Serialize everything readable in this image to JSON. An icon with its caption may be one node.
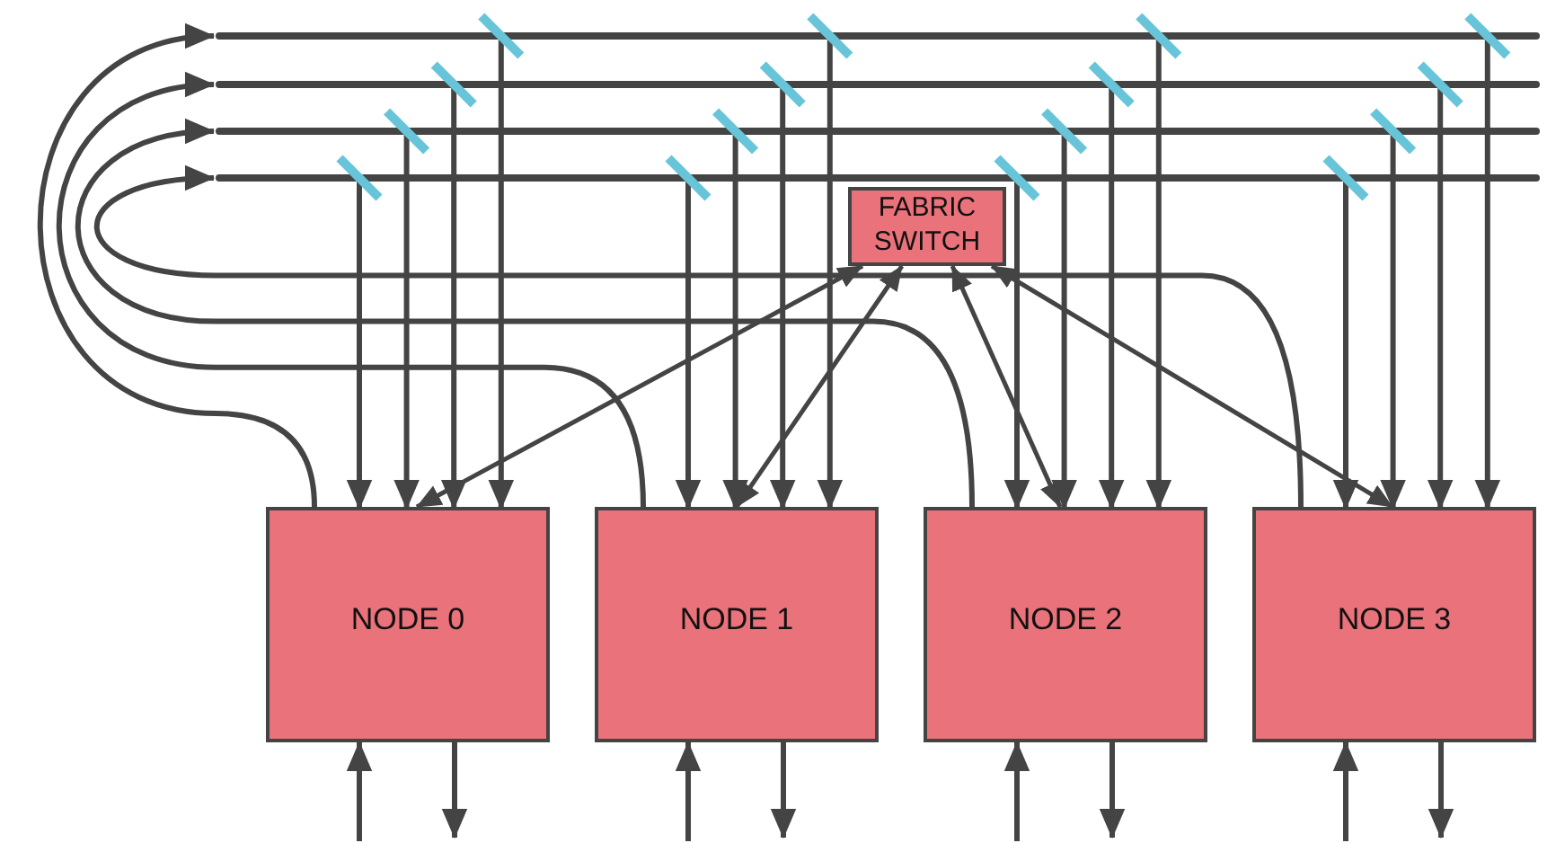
{
  "diagram": {
    "nodes": [
      {
        "text": [
          "FABRIC SWITCH"
        ]
      },
      {
        "text": [
          "NODE 0"
        ]
      },
      {
        "text": [
          "NODE 1"
        ]
      },
      {
        "text": [
          "NODE 2"
        ]
      },
      {
        "text": [
          "NODE 3"
        ]
      },
      {
        "text": [],
        "shape": "bar"
      },
      {
        "text": [],
        "shape": "bar"
      },
      {
        "text": [],
        "shape": "bar"
      },
      {
        "text": [],
        "shape": "bar"
      }
    ],
    "edges": [
      {
        "from": 1,
        "to": 5,
        "arrow": "to"
      },
      {
        "from": 2,
        "to": 6,
        "arrow": "to"
      },
      {
        "from": 3,
        "to": 7,
        "arrow": "to"
      },
      {
        "from": 4,
        "to": 8,
        "arrow": "to"
      },
      {
        "from": 5,
        "to": 1,
        "arrow": "to"
      },
      {
        "from": 6,
        "to": 1,
        "arrow": "to"
      },
      {
        "from": 7,
        "to": 1,
        "arrow": "to"
      },
      {
        "from": 8,
        "to": 1,
        "arrow": "to"
      },
      {
        "from": 5,
        "to": 2,
        "arrow": "to"
      },
      {
        "from": 6,
        "to": 2,
        "arrow": "to"
      },
      {
        "from": 7,
        "to": 2,
        "arrow": "to"
      },
      {
        "from": 8,
        "to": 2,
        "arrow": "to"
      },
      {
        "from": 5,
        "to": 3,
        "arrow": "to"
      },
      {
        "from": 6,
        "to": 3,
        "arrow": "to"
      },
      {
        "from": 7,
        "to": 3,
        "arrow": "to"
      },
      {
        "from": 8,
        "to": 3,
        "arrow": "to"
      },
      {
        "from": 5,
        "to": 4,
        "arrow": "to"
      },
      {
        "from": 6,
        "to": 4,
        "arrow": "to"
      },
      {
        "from": 7,
        "to": 4,
        "arrow": "to"
      },
      {
        "from": 8,
        "to": 4,
        "arrow": "to"
      },
      {
        "from": 0,
        "to": 1,
        "arrow": "both"
      },
      {
        "from": 0,
        "to": 2,
        "arrow": "both"
      },
      {
        "from": 0,
        "to": 3,
        "arrow": "both"
      },
      {
        "from": 0,
        "to": 4,
        "arrow": "both"
      },
      {
        "from": null,
        "to": 1,
        "arrow": "to"
      },
      {
        "from": 1,
        "to": null,
        "arrow": "to"
      },
      {
        "from": null,
        "to": 2,
        "arrow": "to"
      },
      {
        "from": 2,
        "to": null,
        "arrow": "to"
      },
      {
        "from": null,
        "to": 3,
        "arrow": "to"
      },
      {
        "from": 3,
        "to": null,
        "arrow": "to"
      },
      {
        "from": null,
        "to": 4,
        "arrow": "to"
      },
      {
        "from": 4,
        "to": null,
        "arrow": "to"
      }
    ]
  }
}
